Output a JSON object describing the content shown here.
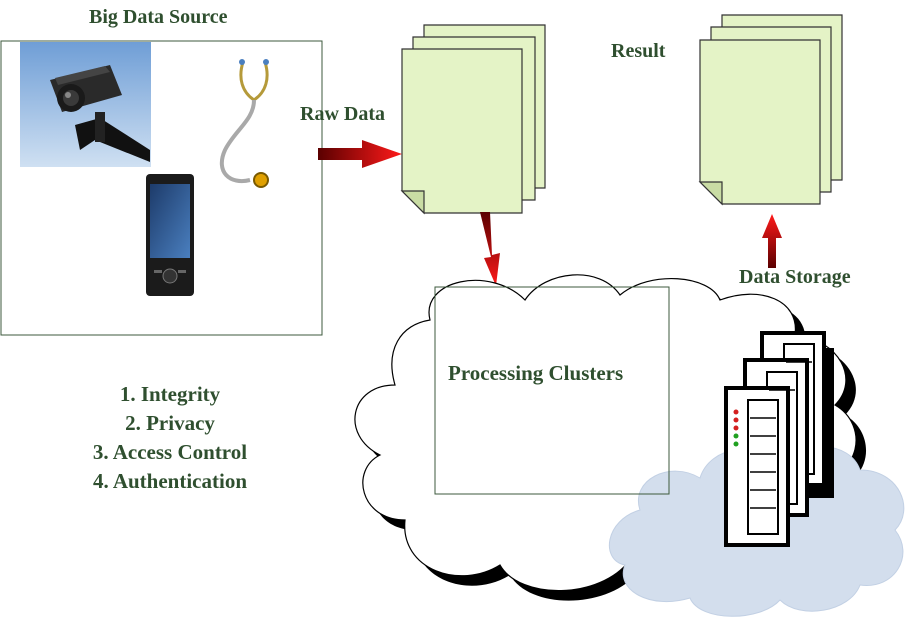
{
  "labels": {
    "source_title": "Big Data Source",
    "raw_data": "Raw Data",
    "result": "Result",
    "data_storage": "Data Storage",
    "processing": "Processing Clusters"
  },
  "requirements": [
    "1. Integrity",
    "2. Privacy",
    "3. Access Control",
    "4. Authentication"
  ],
  "colors": {
    "text": "#2f4f2f",
    "document_fill": "#e4f3c6",
    "arrow": "#b00000",
    "cloud_fill": "#ffffff",
    "storage_cloud": "#d3deed"
  },
  "icons": {
    "camera": "cctv-camera-icon",
    "stethoscope": "stethoscope-icon",
    "phone": "smartphone-icon",
    "servers": "server-rack-icon"
  }
}
